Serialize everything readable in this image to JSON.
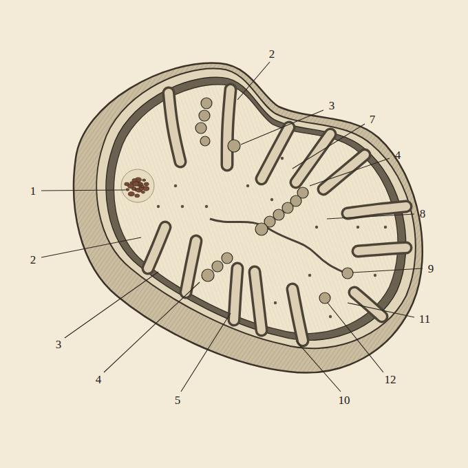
{
  "diagram": {
    "labels": [
      "2",
      "3",
      "7",
      "4",
      "1",
      "8",
      "2",
      "9",
      "11",
      "3",
      "4",
      "12",
      "5",
      "10"
    ]
  }
}
